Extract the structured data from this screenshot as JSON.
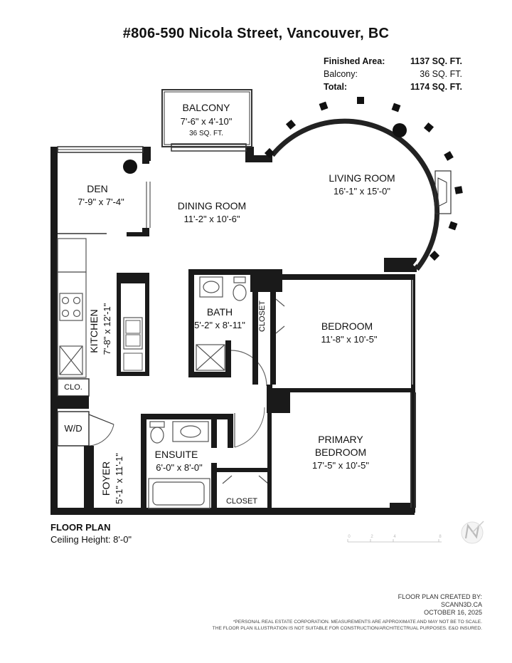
{
  "header": {
    "title": "#806-590 Nicola Street, Vancouver, BC"
  },
  "areas": {
    "finished_label": "Finished Area:",
    "finished_value": "1137 SQ. FT.",
    "balcony_label": "Balcony:",
    "balcony_value": "36 SQ. FT.",
    "total_label": "Total:",
    "total_value": "1174 SQ. FT."
  },
  "rooms": {
    "balcony": {
      "name": "BALCONY",
      "dims": "7'-6\" x 4'-10\"",
      "area": "36 SQ. FT."
    },
    "den": {
      "name": "DEN",
      "dims": "7'-9\" x 7'-4\""
    },
    "dining": {
      "name": "DINING ROOM",
      "dims": "11'-2\" x 10'-6\""
    },
    "living": {
      "name": "LIVING ROOM",
      "dims": "16'-1\" x 15'-0\""
    },
    "kitchen": {
      "name": "KITCHEN",
      "dims": "7'-8\" x 12'-1\""
    },
    "bath": {
      "name": "BATH",
      "dims": "5'-2\" x 8'-11\""
    },
    "bedroom_closet": {
      "name": "CLOSET"
    },
    "bedroom": {
      "name": "BEDROOM",
      "dims": "11'-8\" x 10'-5\""
    },
    "clo": {
      "name": "CLO."
    },
    "wd": {
      "name": "W/D"
    },
    "ensuite": {
      "name": "ENSUITE",
      "dims": "6'-0\" x 8'-0\""
    },
    "primary": {
      "name_line1": "PRIMARY",
      "name_line2": "BEDROOM",
      "dims": "17'-5\" x 10'-5\""
    },
    "foyer": {
      "name": "FOYER",
      "dims": "5'-1\" x 11'-1\""
    },
    "ensuite_closet": {
      "name": "CLOSET"
    }
  },
  "floor_info": {
    "label": "FLOOR PLAN",
    "ceiling": "Ceiling Height: 8'-0\""
  },
  "scale_bar": {
    "ticks": [
      "0",
      "2",
      "4",
      "8"
    ]
  },
  "credit": {
    "line1": "FLOOR PLAN CREATED BY:",
    "line2": "SCANN3D.CA",
    "line3": "OCTOBER 16, 2025"
  },
  "disclaimer": {
    "line1": "*PERSONAL REAL ESTATE CORPORATION. MEASUREMENTS ARE APPROXIMATE AND MAY NOT BE TO SCALE.",
    "line2": "THE FLOOR PLAN ILLUSTRATION IS NOT SUITABLE FOR CONSTRUCTION/ARCHITECTRUAL PURPOSES. E&O INSURED."
  },
  "colors": {
    "wall": "#1a1a1a",
    "line": "#333333",
    "fixture": "#555555"
  }
}
